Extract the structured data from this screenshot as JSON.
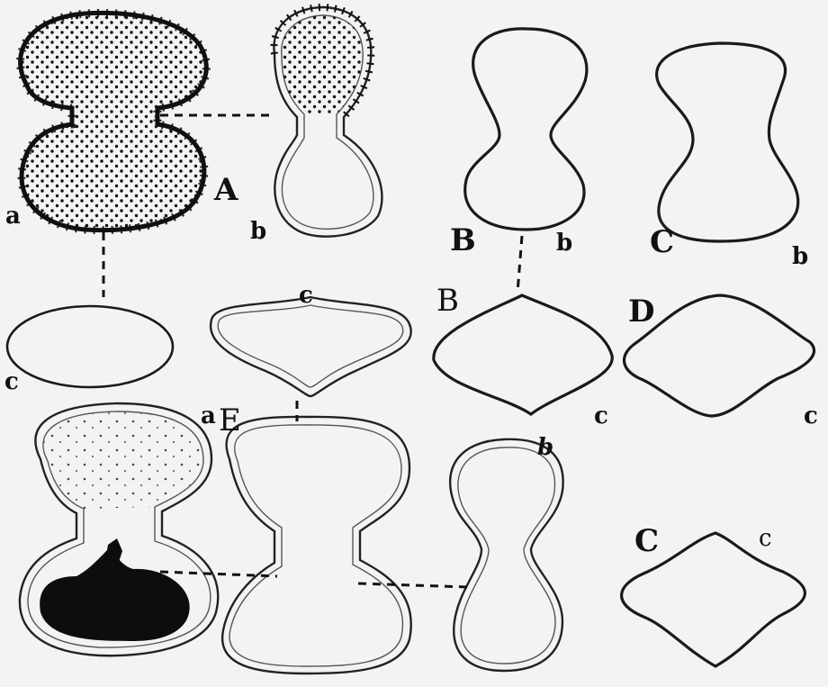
{
  "figure": {
    "labels": {
      "A": "A",
      "A_a": "a",
      "A_b": "b",
      "B_top": "B",
      "B_b": "b",
      "C_top": "C",
      "C_b": "b",
      "A_c": "c",
      "E_c": "c",
      "B_mid": "B",
      "B_c": "c",
      "D": "D",
      "D_c": "c",
      "E": "E",
      "E_a": "a",
      "E_b": "b",
      "C_bottom": "C",
      "C_c": "c"
    }
  }
}
